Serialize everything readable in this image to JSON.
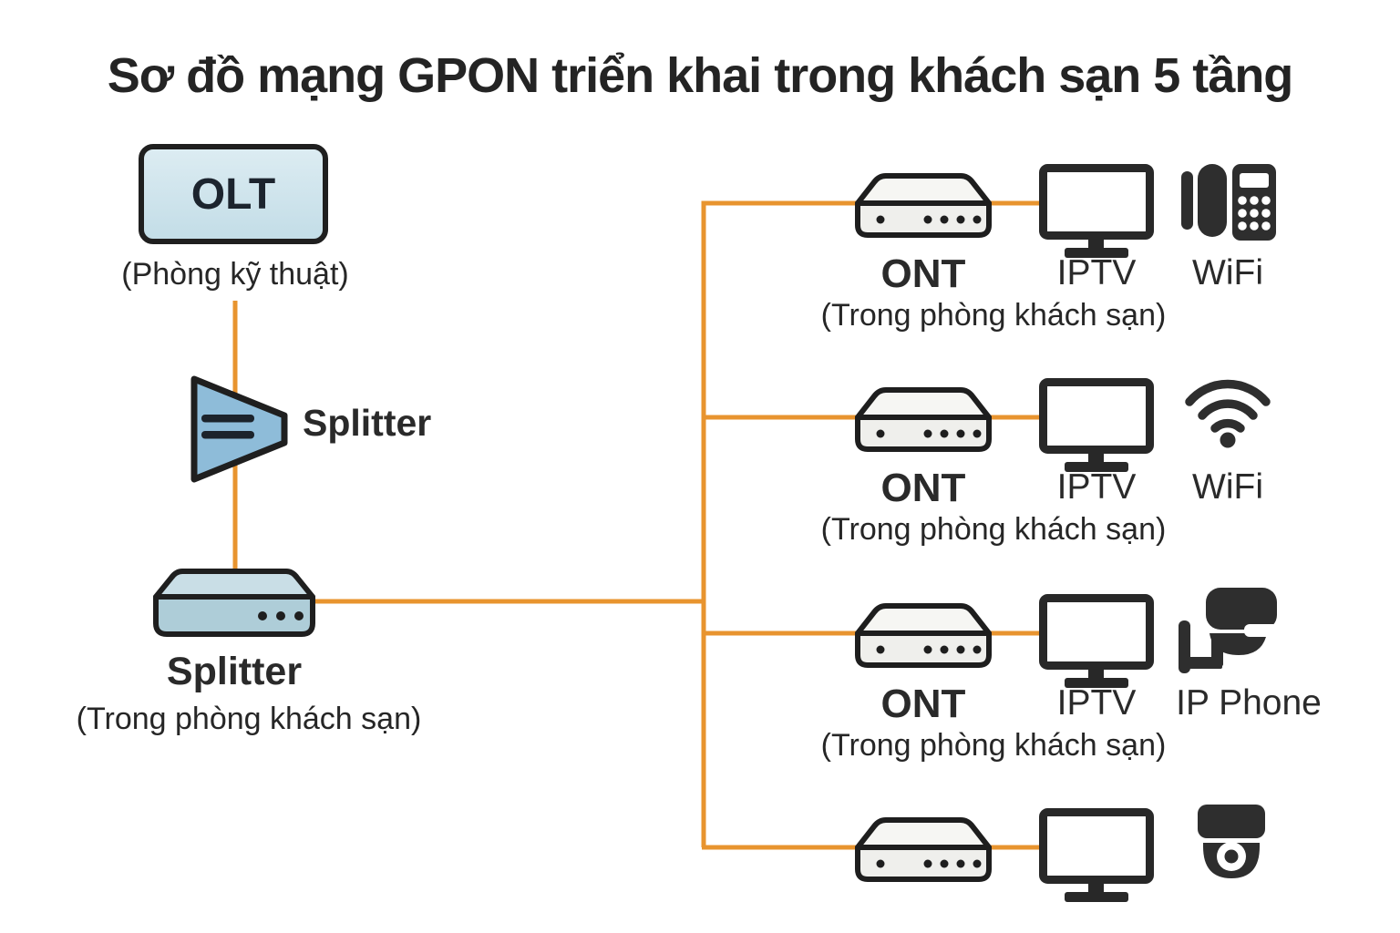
{
  "title": "Sơ đồ mạng GPON triển khai trong khách sạn 5 tầng",
  "colors": {
    "background": "#ffffff",
    "fiber_line": "#E8942F",
    "icon_dark": "#2e2e2e",
    "outline_dark": "#1f1f1f",
    "olt_fill_top": "#dcecf2",
    "olt_fill_bottom": "#c3dde7",
    "splitter_triangle_fill": "#8ebcd9",
    "splitter_box_top_fill": "#c9dee6",
    "splitter_box_front_fill": "#aecdd8",
    "ont_top_fill": "#f6f6f3",
    "ont_front_fill": "#efefec"
  },
  "olt": {
    "label": "OLT",
    "caption": "(Phòng kỹ thuật)"
  },
  "optical_splitter": {
    "label": "Splitter"
  },
  "floor_splitter": {
    "label": "Splitter",
    "caption": "(Trong phòng khách sạn)"
  },
  "rooms": [
    {
      "ont_label": "ONT",
      "tv_label": "IPTV",
      "endpoint_label": "WiFi",
      "endpoint_icon": "desk-phone-icon",
      "caption": "(Trong phòng khách sạn)"
    },
    {
      "ont_label": "ONT",
      "tv_label": "IPTV",
      "endpoint_label": "WiFi",
      "endpoint_icon": "wifi-icon",
      "caption": "(Trong phòng khách sạn)"
    },
    {
      "ont_label": "ONT",
      "tv_label": "IPTV",
      "endpoint_label": "IP Phone",
      "endpoint_icon": "cctv-camera-icon",
      "caption": "(Trong phòng khách sạn)"
    },
    {
      "ont_label": "",
      "tv_label": "",
      "endpoint_label": "",
      "endpoint_icon": "dome-camera-icon",
      "caption": ""
    }
  ]
}
